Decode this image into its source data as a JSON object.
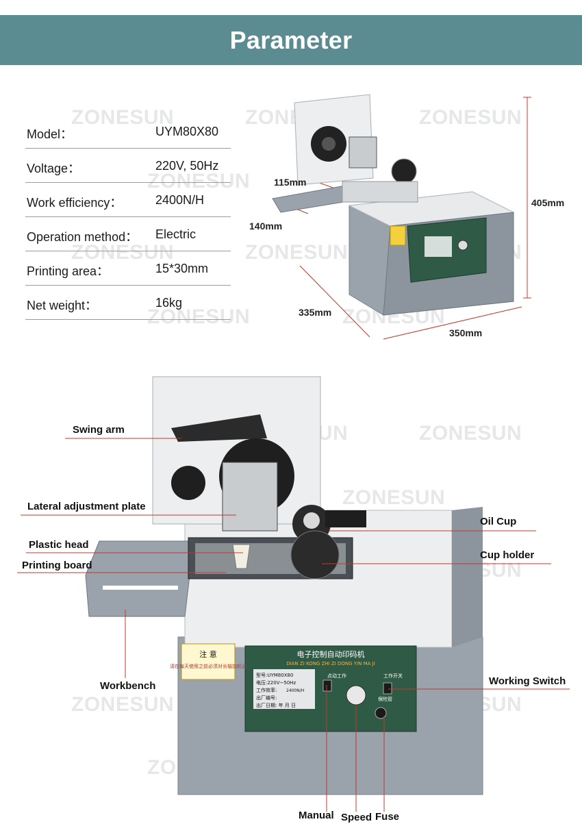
{
  "header": {
    "title": "Parameter"
  },
  "watermark": "ZONESUN",
  "specs": [
    {
      "key": "Model：",
      "value": "UYM80X80"
    },
    {
      "key": "Voltage：",
      "value": "220V, 50Hz"
    },
    {
      "key": "Work efficiency：",
      "value": "2400N/H"
    },
    {
      "key": "Operation method：",
      "value": "Electric"
    },
    {
      "key": "Printing area：",
      "value": "15*30mm"
    },
    {
      "key": "Net weight：",
      "value": "16kg"
    }
  ],
  "dimensions": {
    "d115": "115mm",
    "d140": "140mm",
    "d405": "405mm",
    "d335": "335mm",
    "d350": "350mm"
  },
  "panel": {
    "title": "电子控制自动印码机",
    "pinyin": "DIAN ZI KONG ZHI ZI DONG YIN MA JI",
    "warning": "注 意",
    "warning_text": "请在每天使用之前必须对长轴加机油",
    "model_line": "型号:UYM80X80",
    "voltage_line": "电压:220V~50Hz",
    "rate_line": "工作效率:",
    "rate_value": "2400N/H",
    "serial_line": "出厂编号:",
    "date_line": "出厂日期:  年  月  日",
    "jog_label": "点动工作",
    "switch_label": "工作开关",
    "fuse_label": "保险管"
  },
  "labels": {
    "swing_arm": "Swing arm",
    "lateral_plate": "Lateral adjustment plate",
    "plastic_head": "Plastic head",
    "printing_board": "Printing board",
    "oil_cup": "Oil Cup",
    "cup_holder": "Cup holder",
    "workbench": "Workbench",
    "working_switch": "Working Switch",
    "manual": "Manual",
    "speed": "Speed",
    "fuse": "Fuse"
  }
}
